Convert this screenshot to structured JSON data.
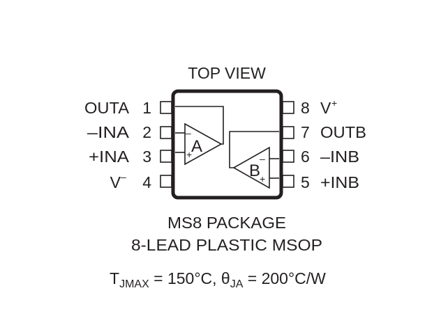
{
  "title": "TOP VIEW",
  "pins_left": [
    {
      "number": "1",
      "name": "OUTA"
    },
    {
      "number": "2",
      "name": "–INA"
    },
    {
      "number": "3",
      "name": "+INA"
    },
    {
      "number": "4",
      "name": "V",
      "sup": "–"
    }
  ],
  "pins_right": [
    {
      "number": "8",
      "name": "V",
      "sup": "+"
    },
    {
      "number": "7",
      "name": "OUTB"
    },
    {
      "number": "6",
      "name": "–INB"
    },
    {
      "number": "5",
      "name": "+INB"
    }
  ],
  "amp_a": {
    "label": "A",
    "minus": "–",
    "plus": "+"
  },
  "amp_b": {
    "label": "B",
    "minus": "–",
    "plus": "+"
  },
  "package": {
    "line1": "MS8 PACKAGE",
    "line2": "8-LEAD PLASTIC MSOP"
  },
  "thermal": {
    "t_sym": "T",
    "t_sub": "JMAX",
    "t_val": " = 150°C, ",
    "theta_sym": "θ",
    "theta_sub": "JA",
    "theta_val": " = 200°C/W"
  },
  "colors": {
    "ink": "#231f20"
  }
}
